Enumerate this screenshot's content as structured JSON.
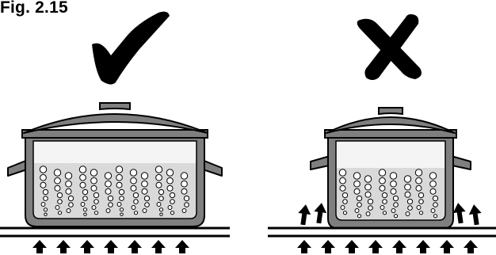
{
  "figure": {
    "title": "Fig. 2.15"
  },
  "panels": [
    {
      "id": "correct",
      "verdict": "correct",
      "verdict_icon": "checkmark-icon",
      "pot_width": "matches-burner",
      "side_flames_visible": false
    },
    {
      "id": "incorrect",
      "verdict": "incorrect",
      "verdict_icon": "cross-icon",
      "pot_width": "narrower-than-burner",
      "side_flames_visible": true
    }
  ],
  "colors": {
    "ink": "#000000",
    "pot": "#7f7f7f",
    "pot_inner": "#f4f4f4",
    "water": "#d9d9d9",
    "background": "#ffffff"
  }
}
